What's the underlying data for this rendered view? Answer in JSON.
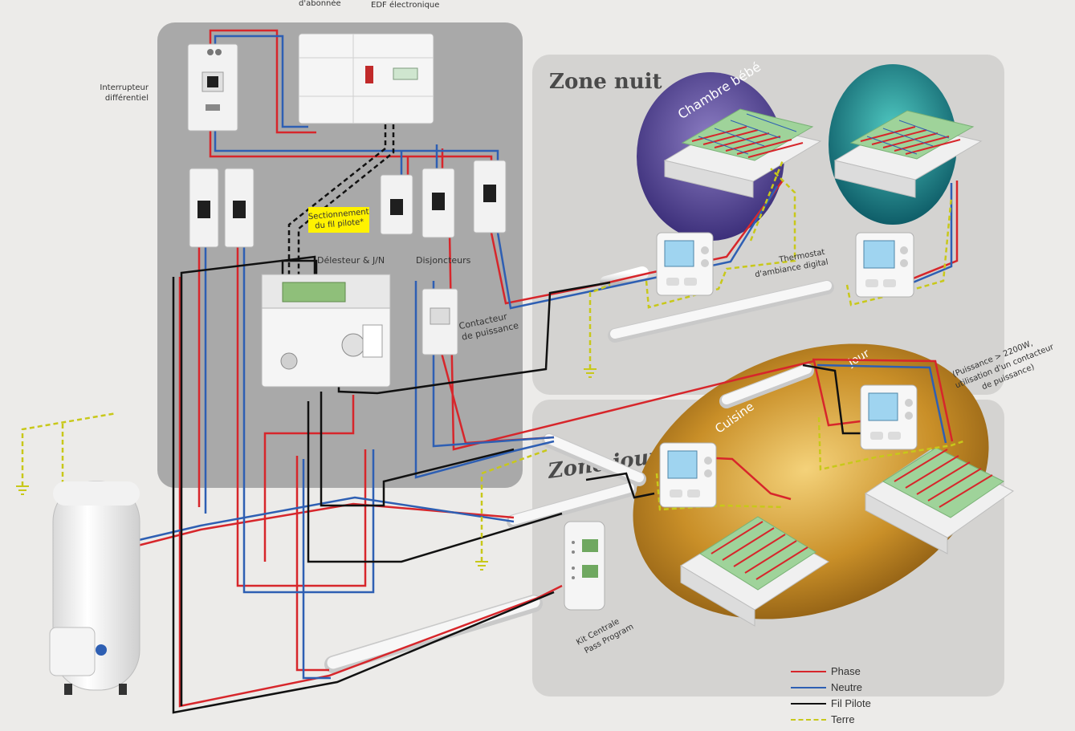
{
  "top_labels": {
    "abonnee": "d'abonnée",
    "edf": "EDF électronique"
  },
  "zones": {
    "nuit": "Zone nuit",
    "jour": "Zone jour"
  },
  "rooms": {
    "bebe": "Chambre bébé",
    "cuisine": "Cuisine",
    "jour_partial": "Jour"
  },
  "labels": {
    "interrupteur_1": "Interrupteur",
    "interrupteur_2": "différentiel",
    "sectionnement_1": "Sectionnement",
    "sectionnement_2": "du fil pilote*",
    "delesteur": "Délesteur & J/N",
    "disjoncteurs": "Disjoncteurs",
    "contacteur_1": "Contacteur",
    "contacteur_2": "de puissance",
    "thermostat_1": "Thermostat",
    "thermostat_2": "d'ambiance digital",
    "puissance_1": "(Puissance > 2200W,",
    "puissance_2": "utilisation d'un contacteur",
    "puissance_3": "de puissance)",
    "kit_1": "Kit Centrale",
    "kit_2": "Pass Program"
  },
  "legend": [
    {
      "label": "Phase",
      "color": "#d7262b",
      "style": "solid"
    },
    {
      "label": "Neutre",
      "color": "#2e5fb3",
      "style": "solid"
    },
    {
      "label": "Fil Pilote",
      "color": "#111111",
      "style": "solid"
    },
    {
      "label": "Terre",
      "color": "#c8c81a",
      "style": "dashed"
    }
  ],
  "colors": {
    "phase": "#d7262b",
    "neutre": "#2e5fb3",
    "fil_pilote": "#111111",
    "terre": "#c8c81a",
    "panel": "#a9a9a9",
    "zone_bg": "#d4d3d1",
    "highlight": "#fff200"
  }
}
